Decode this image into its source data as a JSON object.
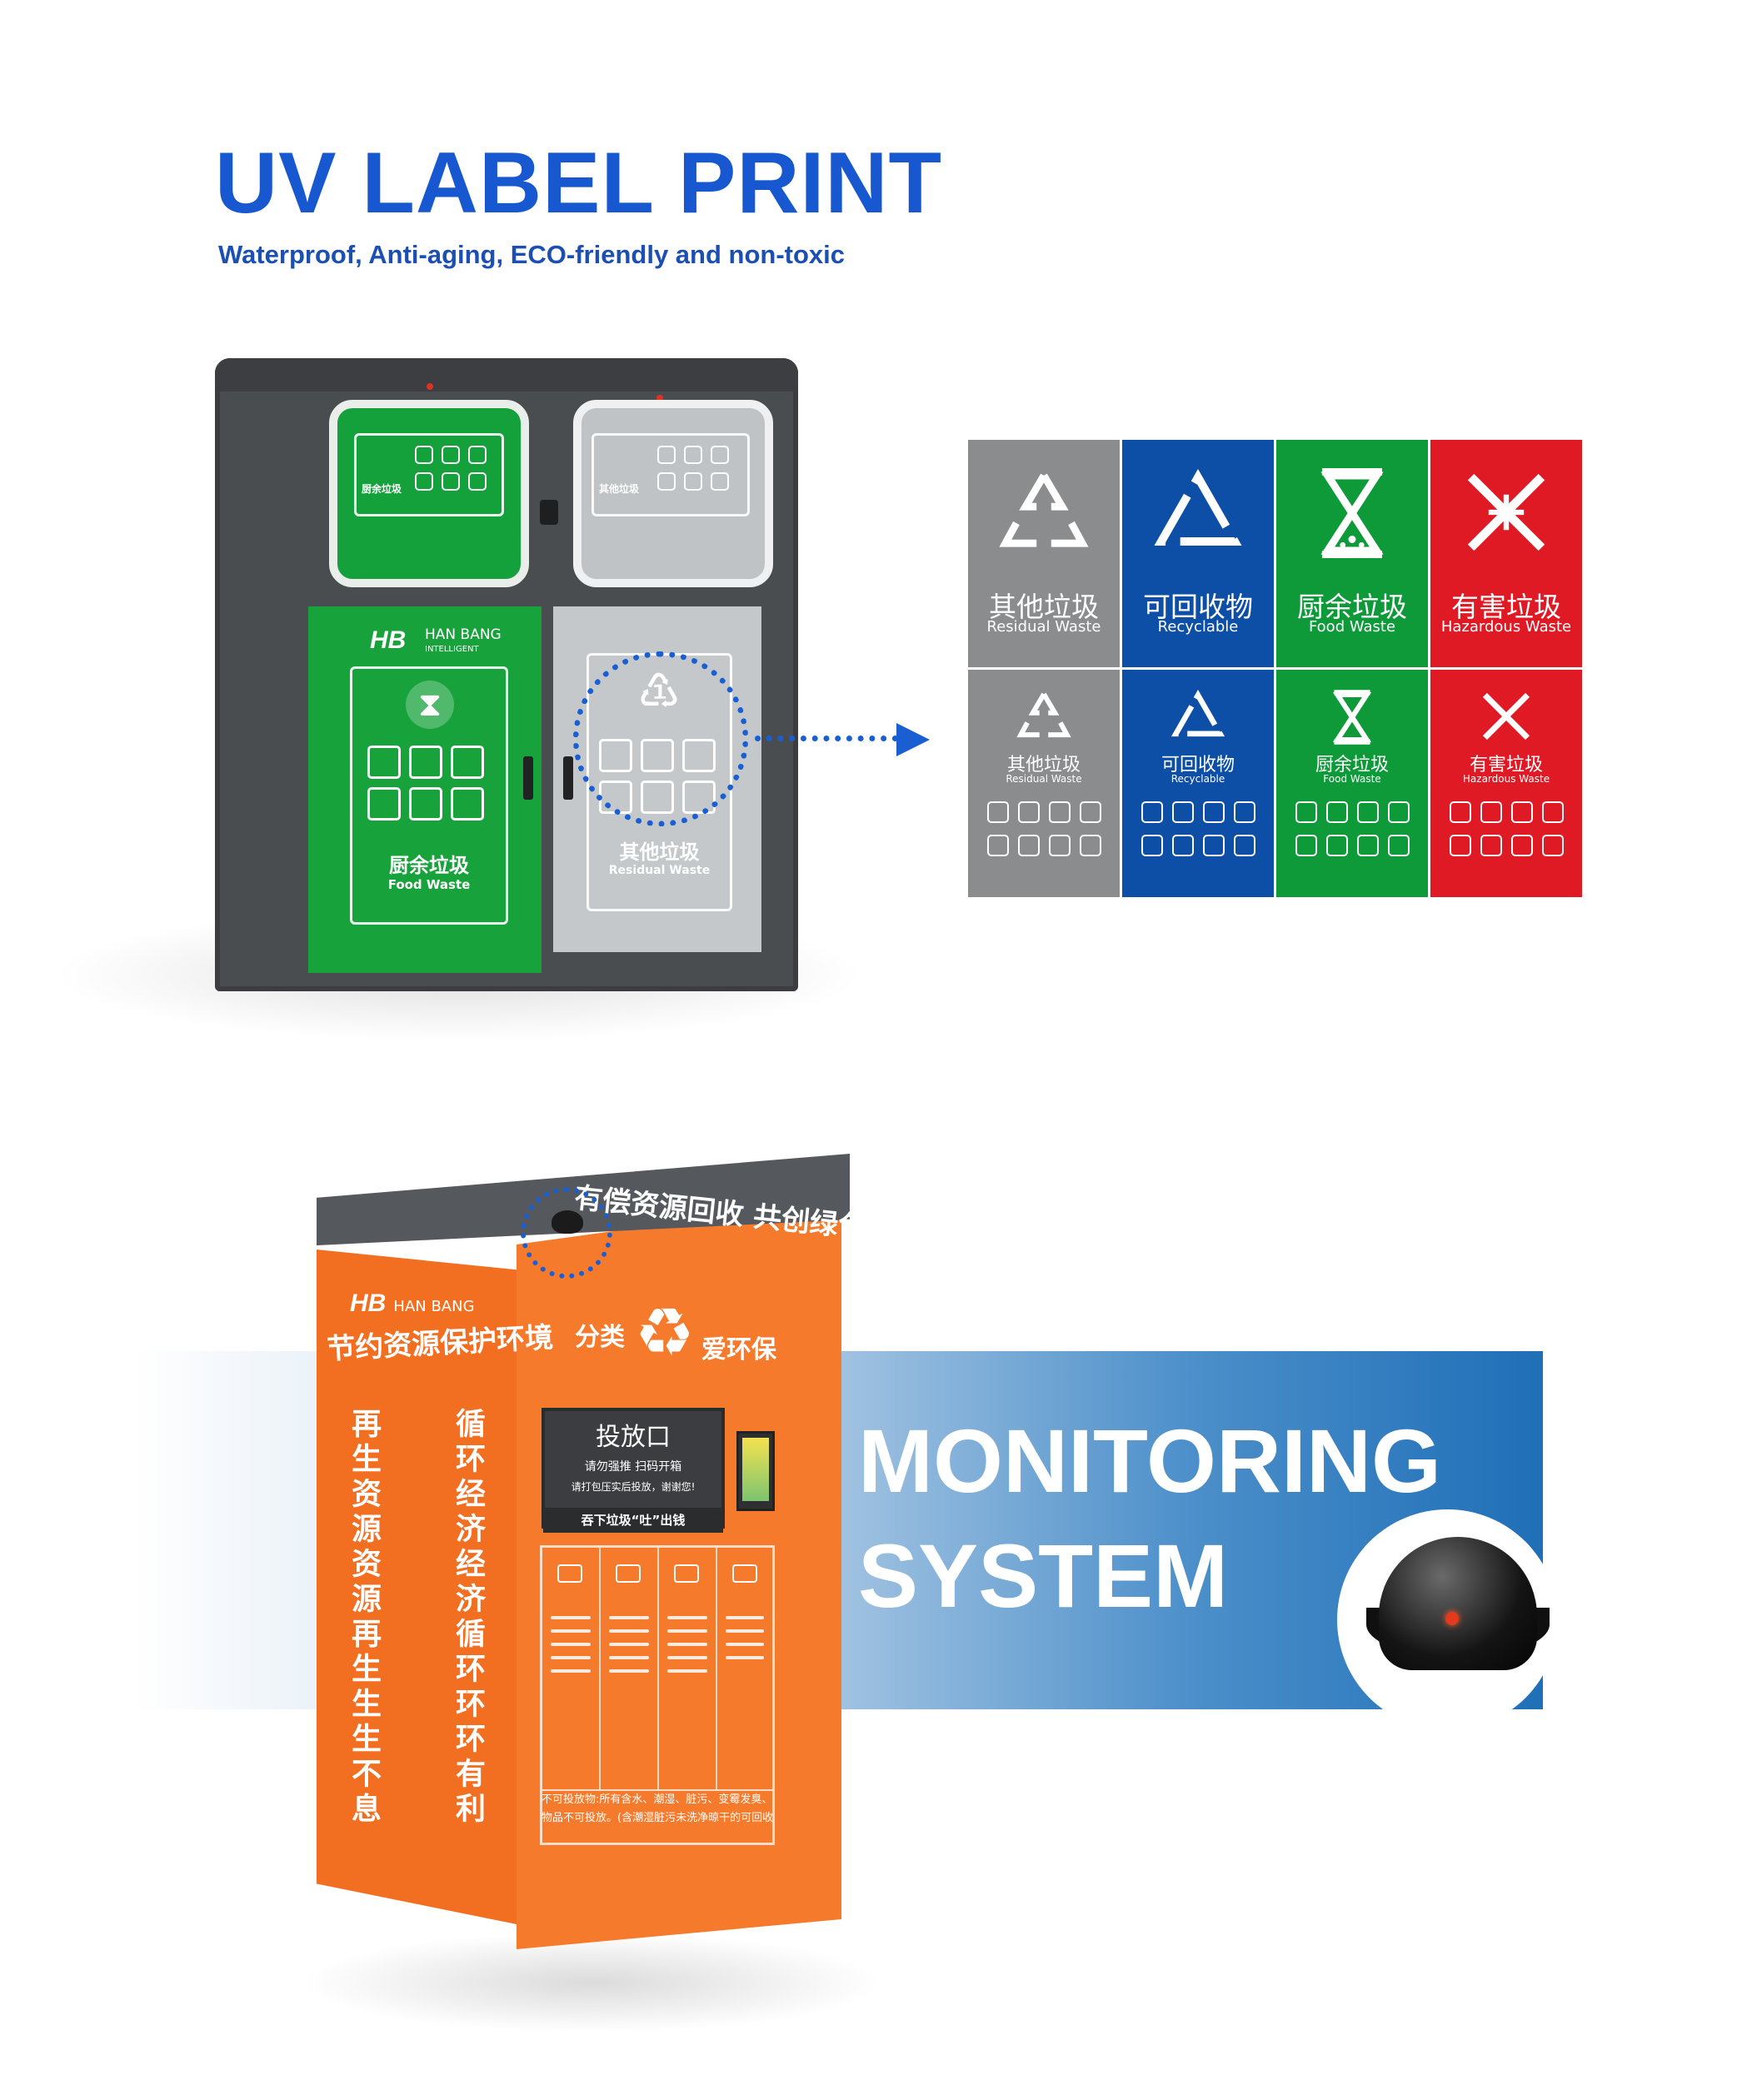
{
  "header": {
    "title": "UV LABEL PRINT",
    "subtitle": "Waterproof, Anti-aging, ECO-friendly and non-toxic"
  },
  "bin": {
    "brand": "HAN BANG",
    "brand_sub": "INTELLIGENT",
    "food_cn": "厨余垃圾",
    "food_en": "Food Waste",
    "residual_cn": "其他垃圾",
    "residual_en": "Residual Waste"
  },
  "signs": [
    {
      "cn": "其他垃圾",
      "en": "Residual Waste",
      "color": "#8a8c8e",
      "icon": "recycle-open-arrows-icon"
    },
    {
      "cn": "可回收物",
      "en": "Recyclable",
      "color": "#0d4ea6",
      "icon": "recycle-triangle-icon"
    },
    {
      "cn": "厨余垃圾",
      "en": "Food Waste",
      "color": "#0f9a3a",
      "icon": "hourglass-icon"
    },
    {
      "cn": "有害垃圾",
      "en": "Hazardous Waste",
      "color": "#e01a25",
      "icon": "hazard-cross-icon"
    }
  ],
  "monitoring": {
    "line1": "MONITORING",
    "line2": "SYSTEM"
  },
  "kiosk": {
    "roof_text": "有偿资源回收 共创绿色城市",
    "brand": "HAN BANG",
    "slogan": "节约资源保护环境",
    "left_vertical": "再生资源资源再生生生不息",
    "right_vertical": "循环经济经济循环环环有利",
    "fenlei": "分类",
    "aihuanbao": "爱环保",
    "slot_title": "投放口",
    "slot_hint": "请勿强推 扫码开箱",
    "slot_hint2": "请打包压实后投放，谢谢您!",
    "strip_text": "吞下垃圾“吐”出钱",
    "notice_line1": "不可投放物:所有含水、潮湿、脏污、变霉发臭、危险有毒的",
    "notice_line2": "物品不可投放。(含潮湿脏污未洗净晾干的可回收物)"
  }
}
